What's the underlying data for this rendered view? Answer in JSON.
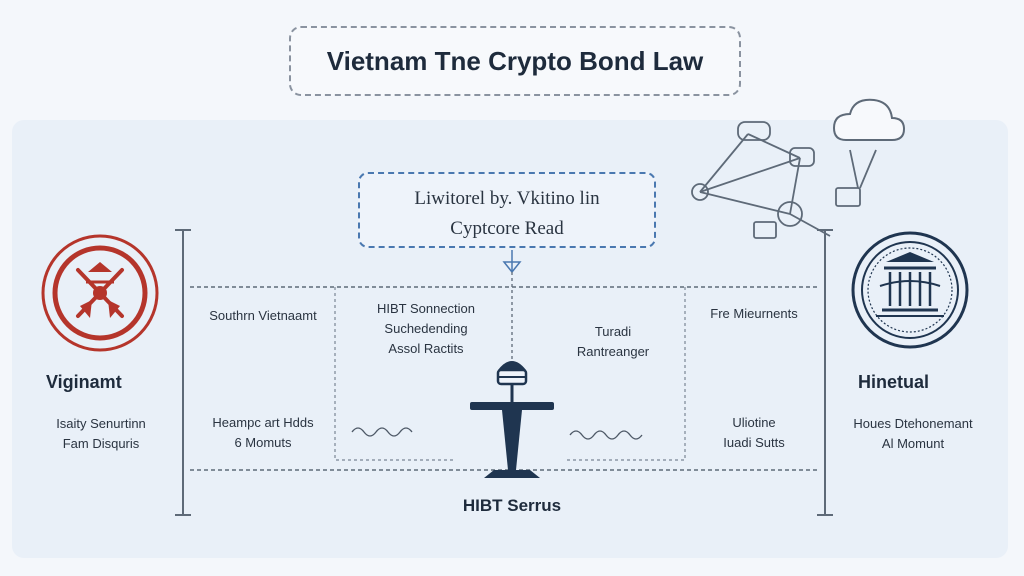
{
  "title": "Vietnam Tne Crypto Bond Law",
  "callout": {
    "line1": "Liwitorel by. Vkitino lin",
    "line2": "Cyptcore Read"
  },
  "left_entity": {
    "name": "Viginamt",
    "desc_line1": "Isaity Senurtinn",
    "desc_line2": "Fam Disquris"
  },
  "right_entity": {
    "name": "Hinetual",
    "desc_line1": "Houes Dtehonemant",
    "desc_line2": "Al Momunt"
  },
  "columns": {
    "southern": "Southrn Vietnaamt",
    "hibt_line1": "HIBT Sonnection",
    "hibt_line2": "Suchedending",
    "hibt_line3": "Assol Ractits",
    "turadi_line1": "Turadi",
    "turadi_line2": "Rantreanger",
    "fre": "Fre Mieurnents",
    "heampc_line1": "Heampc art Hdds",
    "heampc_line2": "6 Momuts",
    "uliotine_line1": "Uliotine",
    "uliotine_line2": "Iuadi Sutts"
  },
  "center_label": "HIBT Serrus",
  "colors": {
    "left_seal": "#b5352b",
    "right_seal": "#1f3550",
    "accent_blue": "#4a78b0",
    "navy": "#1f3550"
  },
  "icons": {
    "left": "compass-rose-seal-icon",
    "right": "institution-seal-icon",
    "center": "microphone-podium-icon",
    "network": "network-nodes-icon",
    "cloud": "cloud-icon"
  }
}
